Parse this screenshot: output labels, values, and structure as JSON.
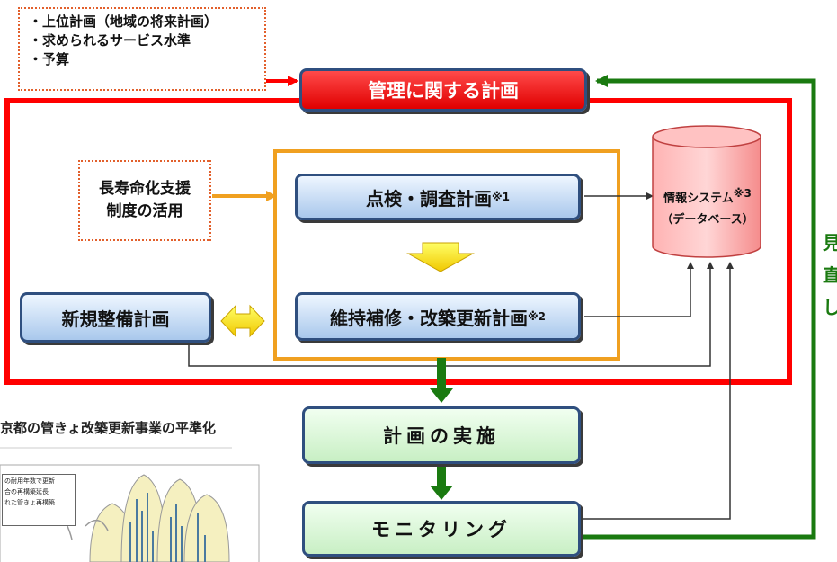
{
  "conditions": {
    "items": [
      "・上位計画（地域の将来計画）",
      "・求められるサービス水準",
      "・予算"
    ]
  },
  "management_plan": {
    "label": "管理に関する計画"
  },
  "longevity_support": {
    "line1": "長寿命化支援",
    "line2": "制度の活用"
  },
  "inspection_plan": {
    "label": "点検・調査計画",
    "note": "※1"
  },
  "maintenance_plan": {
    "label": "維持補修・改築更新計画",
    "note": "※2"
  },
  "new_construction_plan": {
    "label": "新規整備計画"
  },
  "info_system": {
    "label": "情報システム",
    "note": "※3",
    "sublabel": "（データベース）"
  },
  "plan_implementation": {
    "label": "計画の実施"
  },
  "monitoring": {
    "label": "モニタリング"
  },
  "review": {
    "chars": [
      "見",
      "直",
      "し"
    ]
  },
  "inset": {
    "title": "京都の管きょ改築更新事業の平準化",
    "legend_lines": [
      "の耐用年数で更新",
      "合の再構築延長",
      "れた管きょ再構築"
    ]
  },
  "colors": {
    "red": "#ff0000",
    "orange": "#f0a020",
    "green": "#1a7a10",
    "dark": "#333333"
  }
}
